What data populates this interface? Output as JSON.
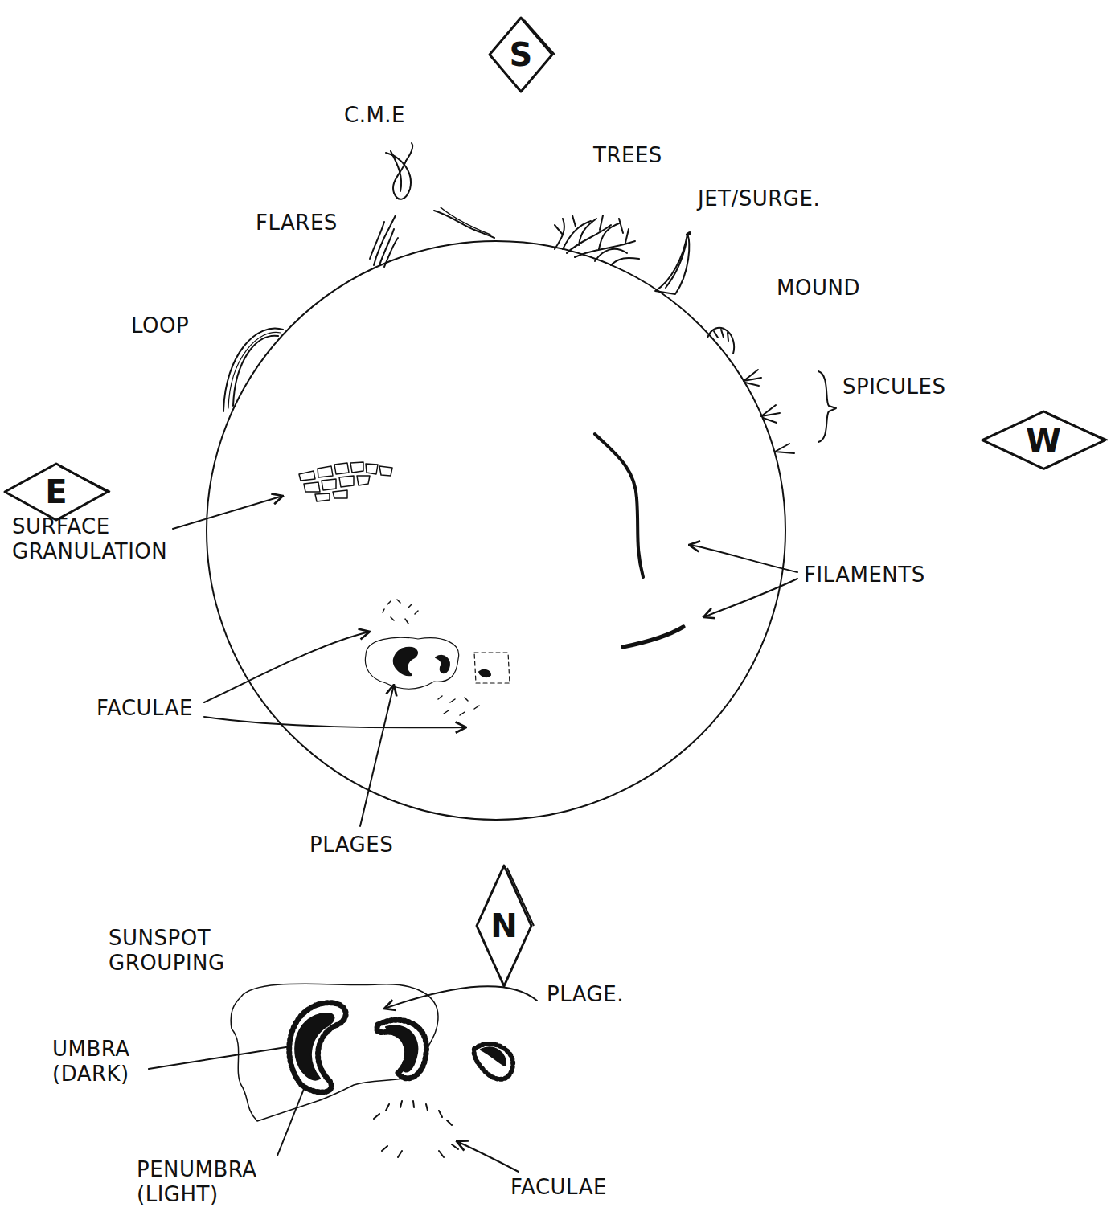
{
  "diagram": {
    "nodes": [
      {
        "text": [
          "S"
        ]
      },
      {
        "text": [
          "W"
        ]
      },
      {
        "text": [
          "E"
        ]
      },
      {
        "text": [
          "N"
        ]
      }
    ],
    "labels": [
      "C.M.E",
      "TREES",
      "JET/SURGE.",
      "FLARES",
      "MOUND",
      "LOOP",
      "SPICULES",
      "SURFACE GRANULATION",
      "FILAMENTS",
      "FACULAE",
      "PLAGES",
      "SUNSPOT GROUPING",
      "PLAGE.",
      "UMBRA (DARK)",
      "PENUMBRA (LIGHT)",
      "FACULAE"
    ]
  }
}
